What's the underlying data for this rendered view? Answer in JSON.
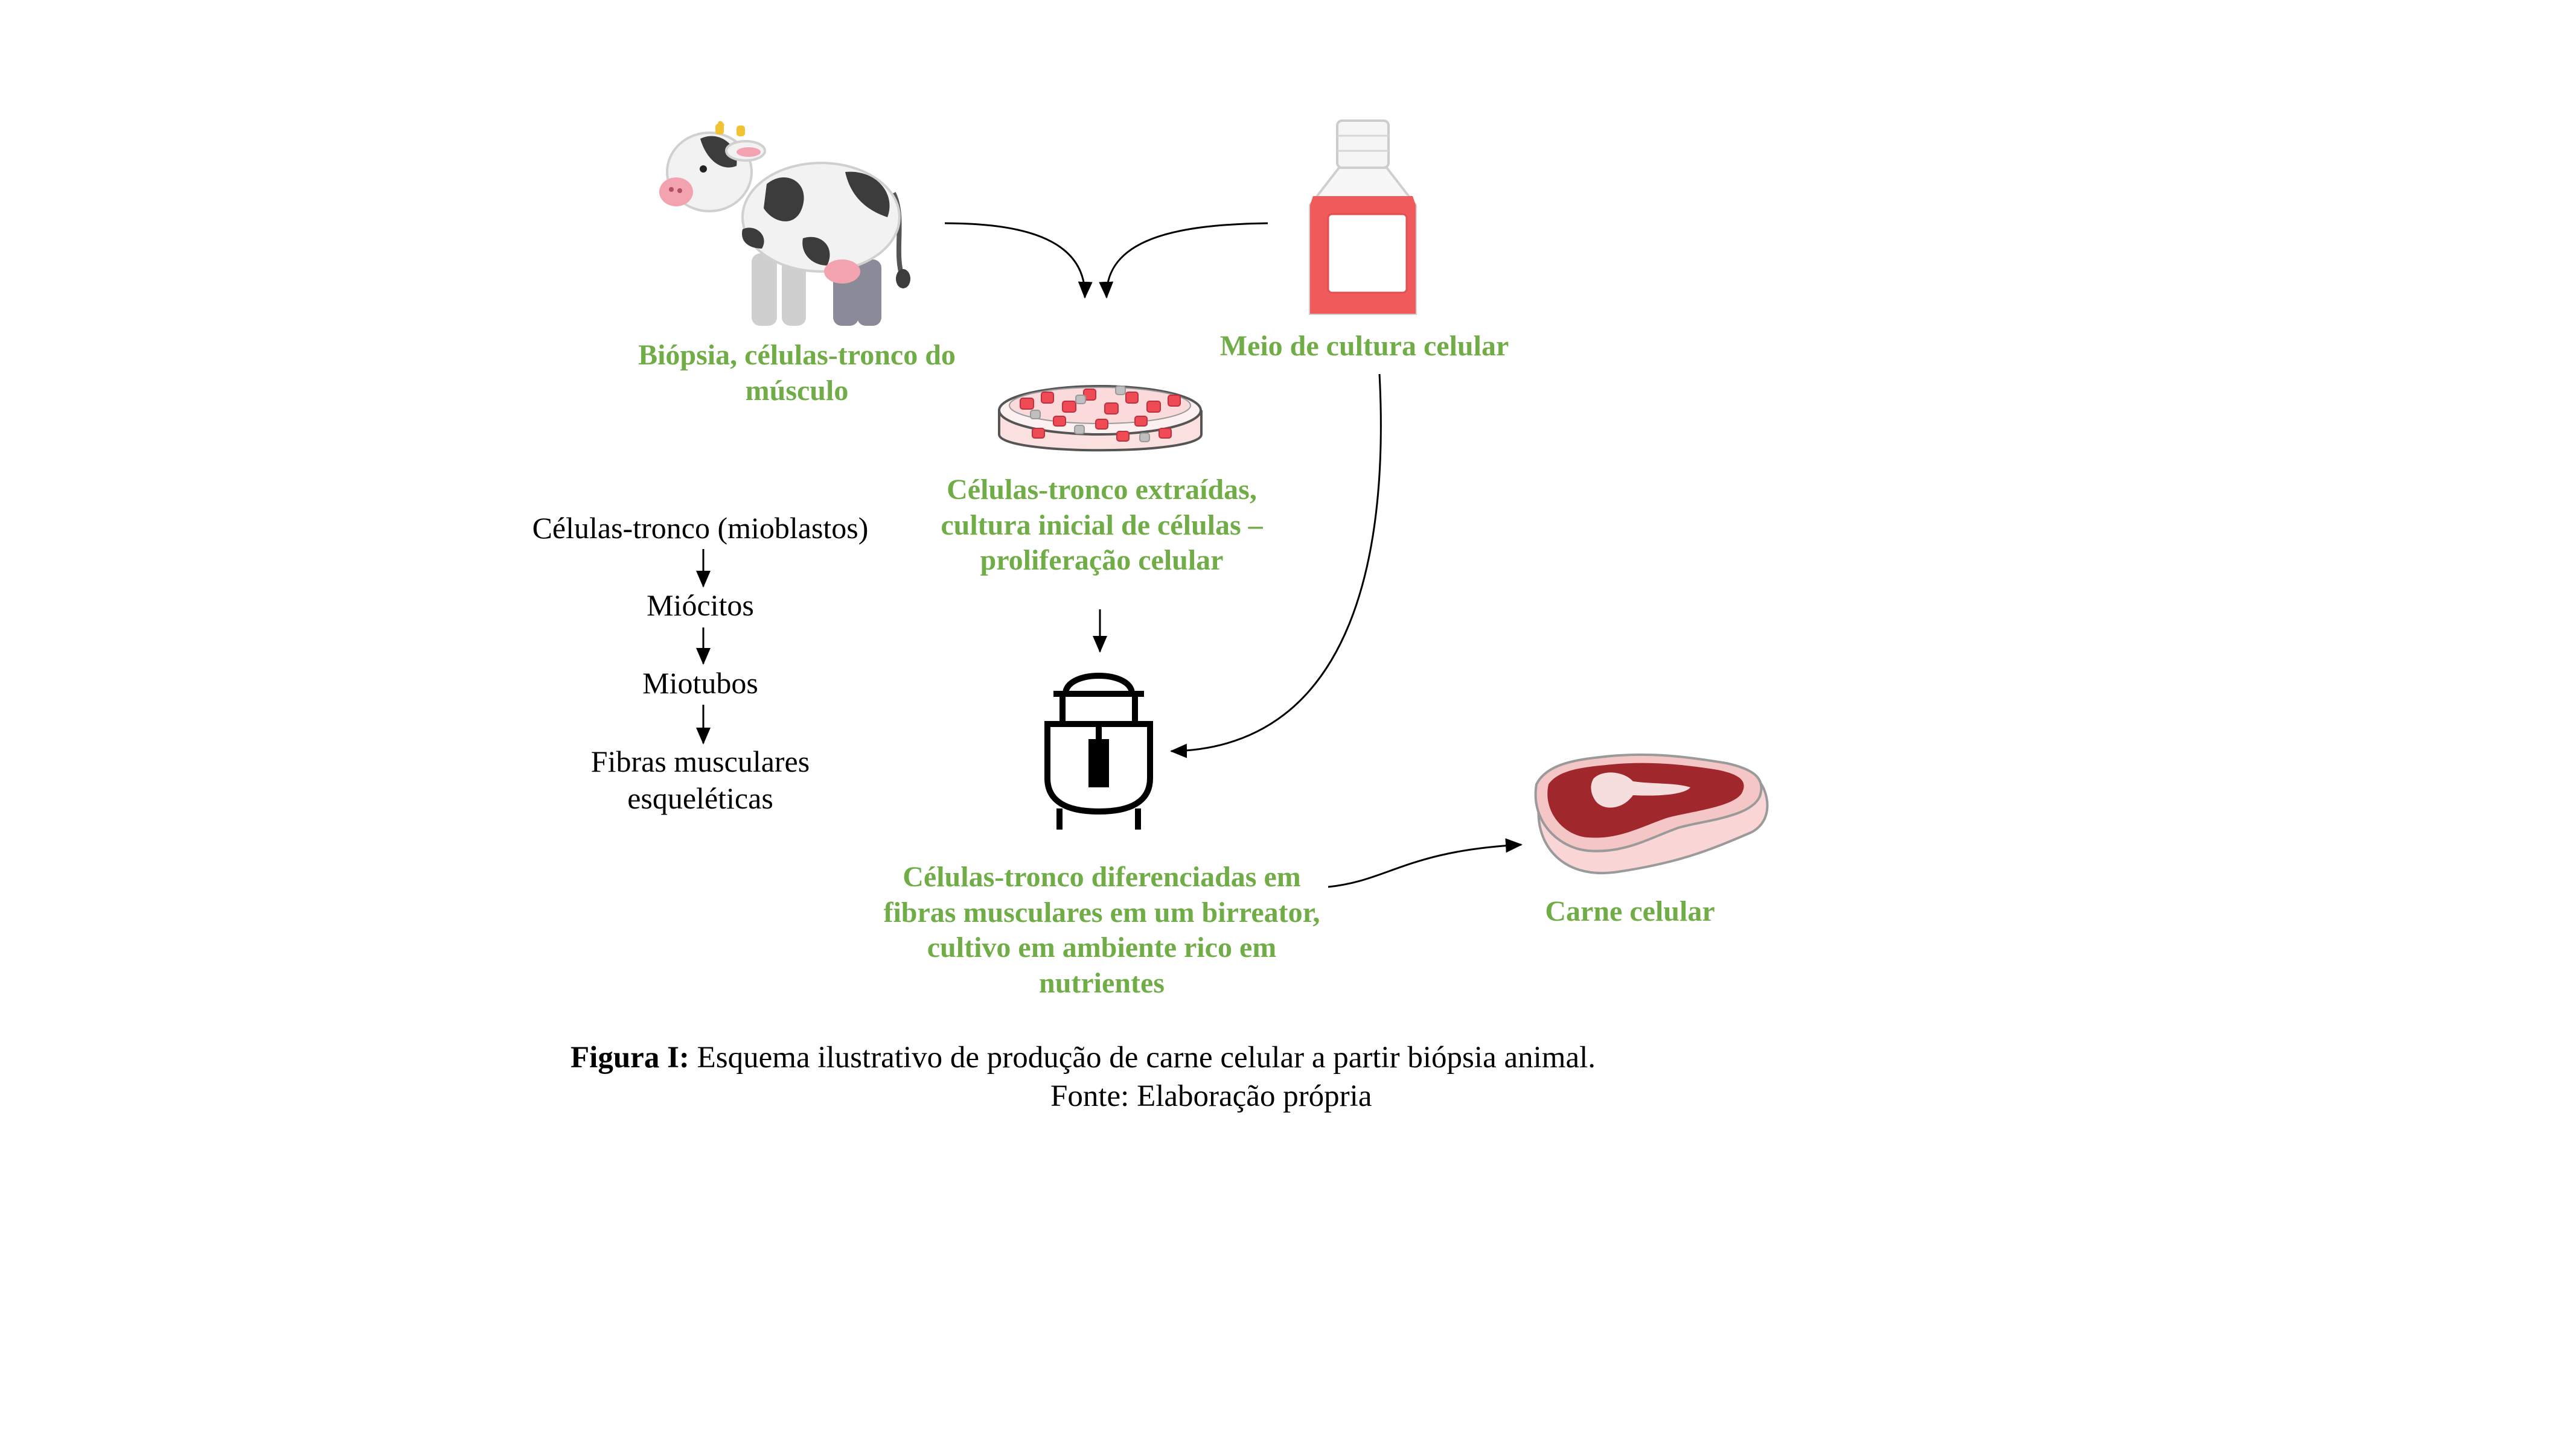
{
  "labels": {
    "biopsy": [
      "Biópsia, células-tronco do",
      "músculo"
    ],
    "medium": "Meio de cultura celular",
    "extracted": [
      "Células-tronco extraídas,",
      "cultura inicial de células –",
      "proliferação celular"
    ],
    "bioreactor": [
      "Células-tronco diferenciadas em",
      "fibras musculares em um birreator,",
      "cultivo em ambiente rico em",
      "nutrientes"
    ],
    "meat": "Carne celular"
  },
  "steps": [
    "Células-tronco (mioblastos)",
    "Miócitos",
    "Miotubos",
    [
      "Fibras musculares",
      "esqueléticas"
    ]
  ],
  "caption": {
    "bold": "Figura I:",
    "text": " Esquema ilustrativo de produção de carne celular a partir biópsia animal.",
    "source": "Fonte: Elaboração própria"
  },
  "colors": {
    "green": "#70ad47",
    "cow_spots": "#3c3c3c",
    "medium_red": "#f05a5a",
    "meat_red": "#a0282d"
  },
  "icons": [
    "cow-icon",
    "culture-flask-icon",
    "petri-dish-icon",
    "bioreactor-icon",
    "meat-icon"
  ]
}
